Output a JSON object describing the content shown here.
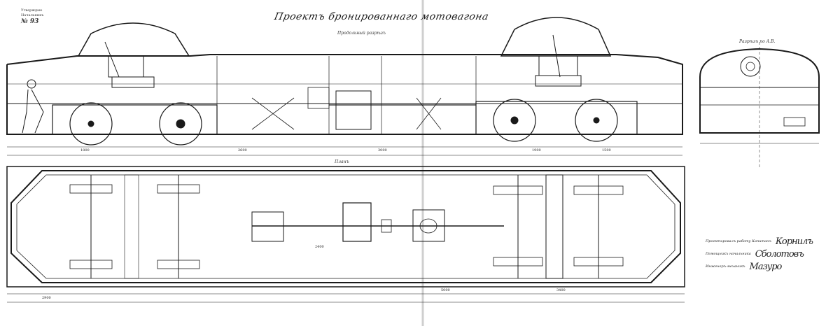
{
  "drawing": {
    "title": "Проектъ бронированнаго мотовагона",
    "side_view_label": "Продольный разрѣзъ",
    "plan_label": "Планъ",
    "section_label": "Разрѣзъ по А.В.",
    "stamp": {
      "line1": "Утверждаю",
      "line2": "Начальникъ",
      "number": "№ 93"
    },
    "signatures": [
      {
        "role": "Проектировалъ работу Капитанъ",
        "mark": "Корнилъ"
      },
      {
        "role": "Помощникъ начальника",
        "mark": "Сболотовъ"
      },
      {
        "role": "Инженеръ-механикъ",
        "mark": "Мазуро"
      }
    ],
    "dimensions": [
      "1800",
      "2600",
      "3000",
      "1900",
      "1500",
      "2900",
      "5000",
      "2400",
      "3400"
    ]
  }
}
